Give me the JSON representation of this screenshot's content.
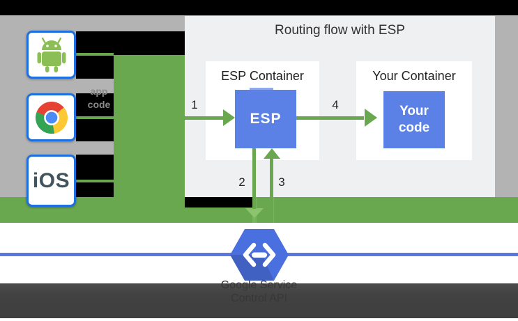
{
  "diagram": {
    "title": "Routing flow with ESP",
    "clients": {
      "android": "Android client",
      "chrome": "Chrome browser client",
      "ios_label": "iOS"
    },
    "note": {
      "line1": "app",
      "line2": "code"
    },
    "esp_container_label": "ESP Container",
    "esp_box_label": "ESP",
    "your_container_label": "Your Container",
    "your_code_line1": "Your",
    "your_code_line2": "code",
    "steps": {
      "s1": "1",
      "s2": "2",
      "s3": "3",
      "s4": "4"
    },
    "service": {
      "line1": "Google Service",
      "line2": "Control API",
      "icon": "cloud-endpoints-icon"
    }
  },
  "colors": {
    "arrow_green": "#6aa850",
    "client_border_blue": "#1e6fe0",
    "box_blue": "#5b80e6",
    "line_blue": "#5a79e0",
    "hexagon_blue": "#4a6fdf",
    "gray_band": "#b3b3b3",
    "panel_gray": "#eef0f2",
    "dark_band": "#424242",
    "top_band": "#000000"
  }
}
